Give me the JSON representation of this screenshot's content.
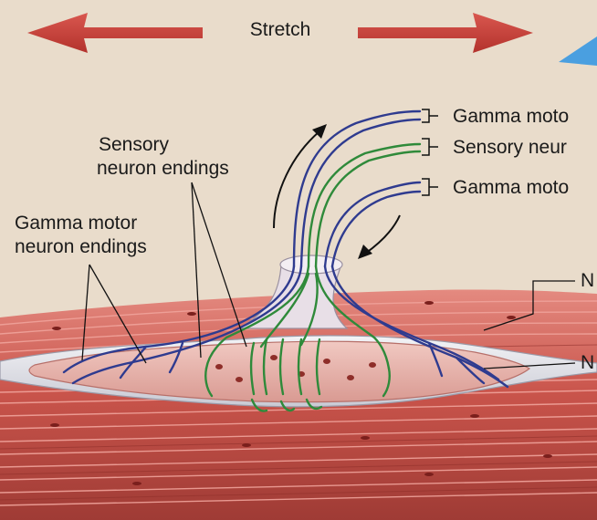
{
  "title": "Stretch",
  "labels": {
    "sensory_endings_line1": "Sensory",
    "sensory_endings_line2": "neuron endings",
    "gamma_endings_line1": "Gamma motor",
    "gamma_endings_line2": "neuron endings",
    "right_gamma_top": "Gamma moto",
    "right_sensory": "Sensory neur",
    "right_gamma_bottom": "Gamma moto",
    "right_upper_cut": "N",
    "right_lower_cut": "N"
  },
  "colors": {
    "background": "#e9dccb",
    "arrow_red": "#c8403a",
    "gamma_blue": "#2f3b8f",
    "sensory_green": "#2f8a3a",
    "muscle_red": "#c9584f",
    "spindle_pink": "#e9b9b2",
    "capsule_gray": "#dedfe6",
    "blue_triangle": "#4a9fe0"
  }
}
